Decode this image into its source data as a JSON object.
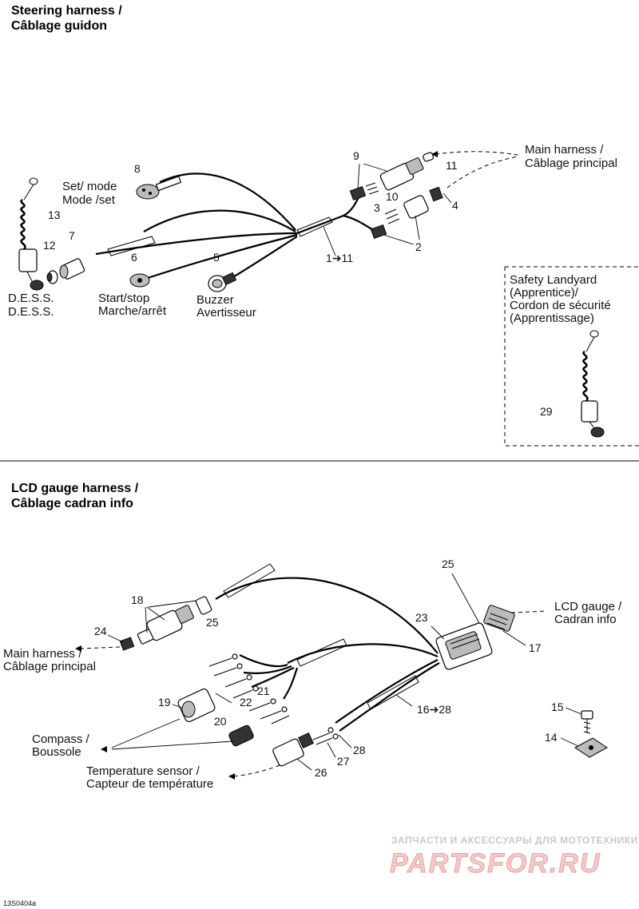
{
  "steering": {
    "title_line1": "Steering harness /",
    "title_line2": "Câblage guidon",
    "labels": {
      "main_harness_en": "Main harness   /",
      "main_harness_fr": "Câblage principal",
      "set_mode_en": "Set/ mode",
      "set_mode_fr": "Mode /set",
      "dess_1": "D.E.S.S.",
      "dess_2": "D.E.S.S.",
      "start_stop_en": "Start/stop",
      "start_stop_fr": "Marche/arrêt",
      "buzzer_en": "Buzzer",
      "buzzer_fr": "Avertisseur",
      "range": "1➔11"
    },
    "numbers": {
      "n2": "2",
      "n3": "3",
      "n4": "4",
      "n5": "5",
      "n6": "6",
      "n7": "7",
      "n8": "8",
      "n9": "9",
      "n10": "10",
      "n11": "11",
      "n12": "12",
      "n13": "13"
    },
    "landyard": {
      "line1": "Safety Landyard",
      "line2": "(Apprentice)/",
      "line3": "Cordon de sécurité",
      "line4": "(Apprentissage)",
      "number": "29"
    }
  },
  "lcd": {
    "title_line1": "LCD gauge harness /",
    "title_line2": "Câblage cadran info",
    "labels": {
      "lcd_gauge_en": "LCD gauge  /",
      "lcd_gauge_fr": "Cadran info",
      "main_harness_en": "Main harness /",
      "main_harness_fr": "Câblage principal",
      "compass_en": "Compass /",
      "compass_fr": "Boussole",
      "temp_en": "Temperature sensor /",
      "temp_fr": "Capteur de température",
      "range": "16➔28"
    },
    "numbers": {
      "n14": "14",
      "n15": "15",
      "n17": "17",
      "n18": "18",
      "n19": "19",
      "n20": "20",
      "n21": "21",
      "n22": "22",
      "n23": "23",
      "n24": "24",
      "n25a": "25",
      "n25b": "25",
      "n26": "26",
      "n27": "27",
      "n28": "28"
    }
  },
  "watermark": {
    "tagline": "ЗАПЧАСТИ И АКСЕССУАРЫ ДЛЯ МОТОТЕХНИКИ",
    "brand": "PARTSFOR.RU"
  },
  "footer_code": "13S0404a"
}
